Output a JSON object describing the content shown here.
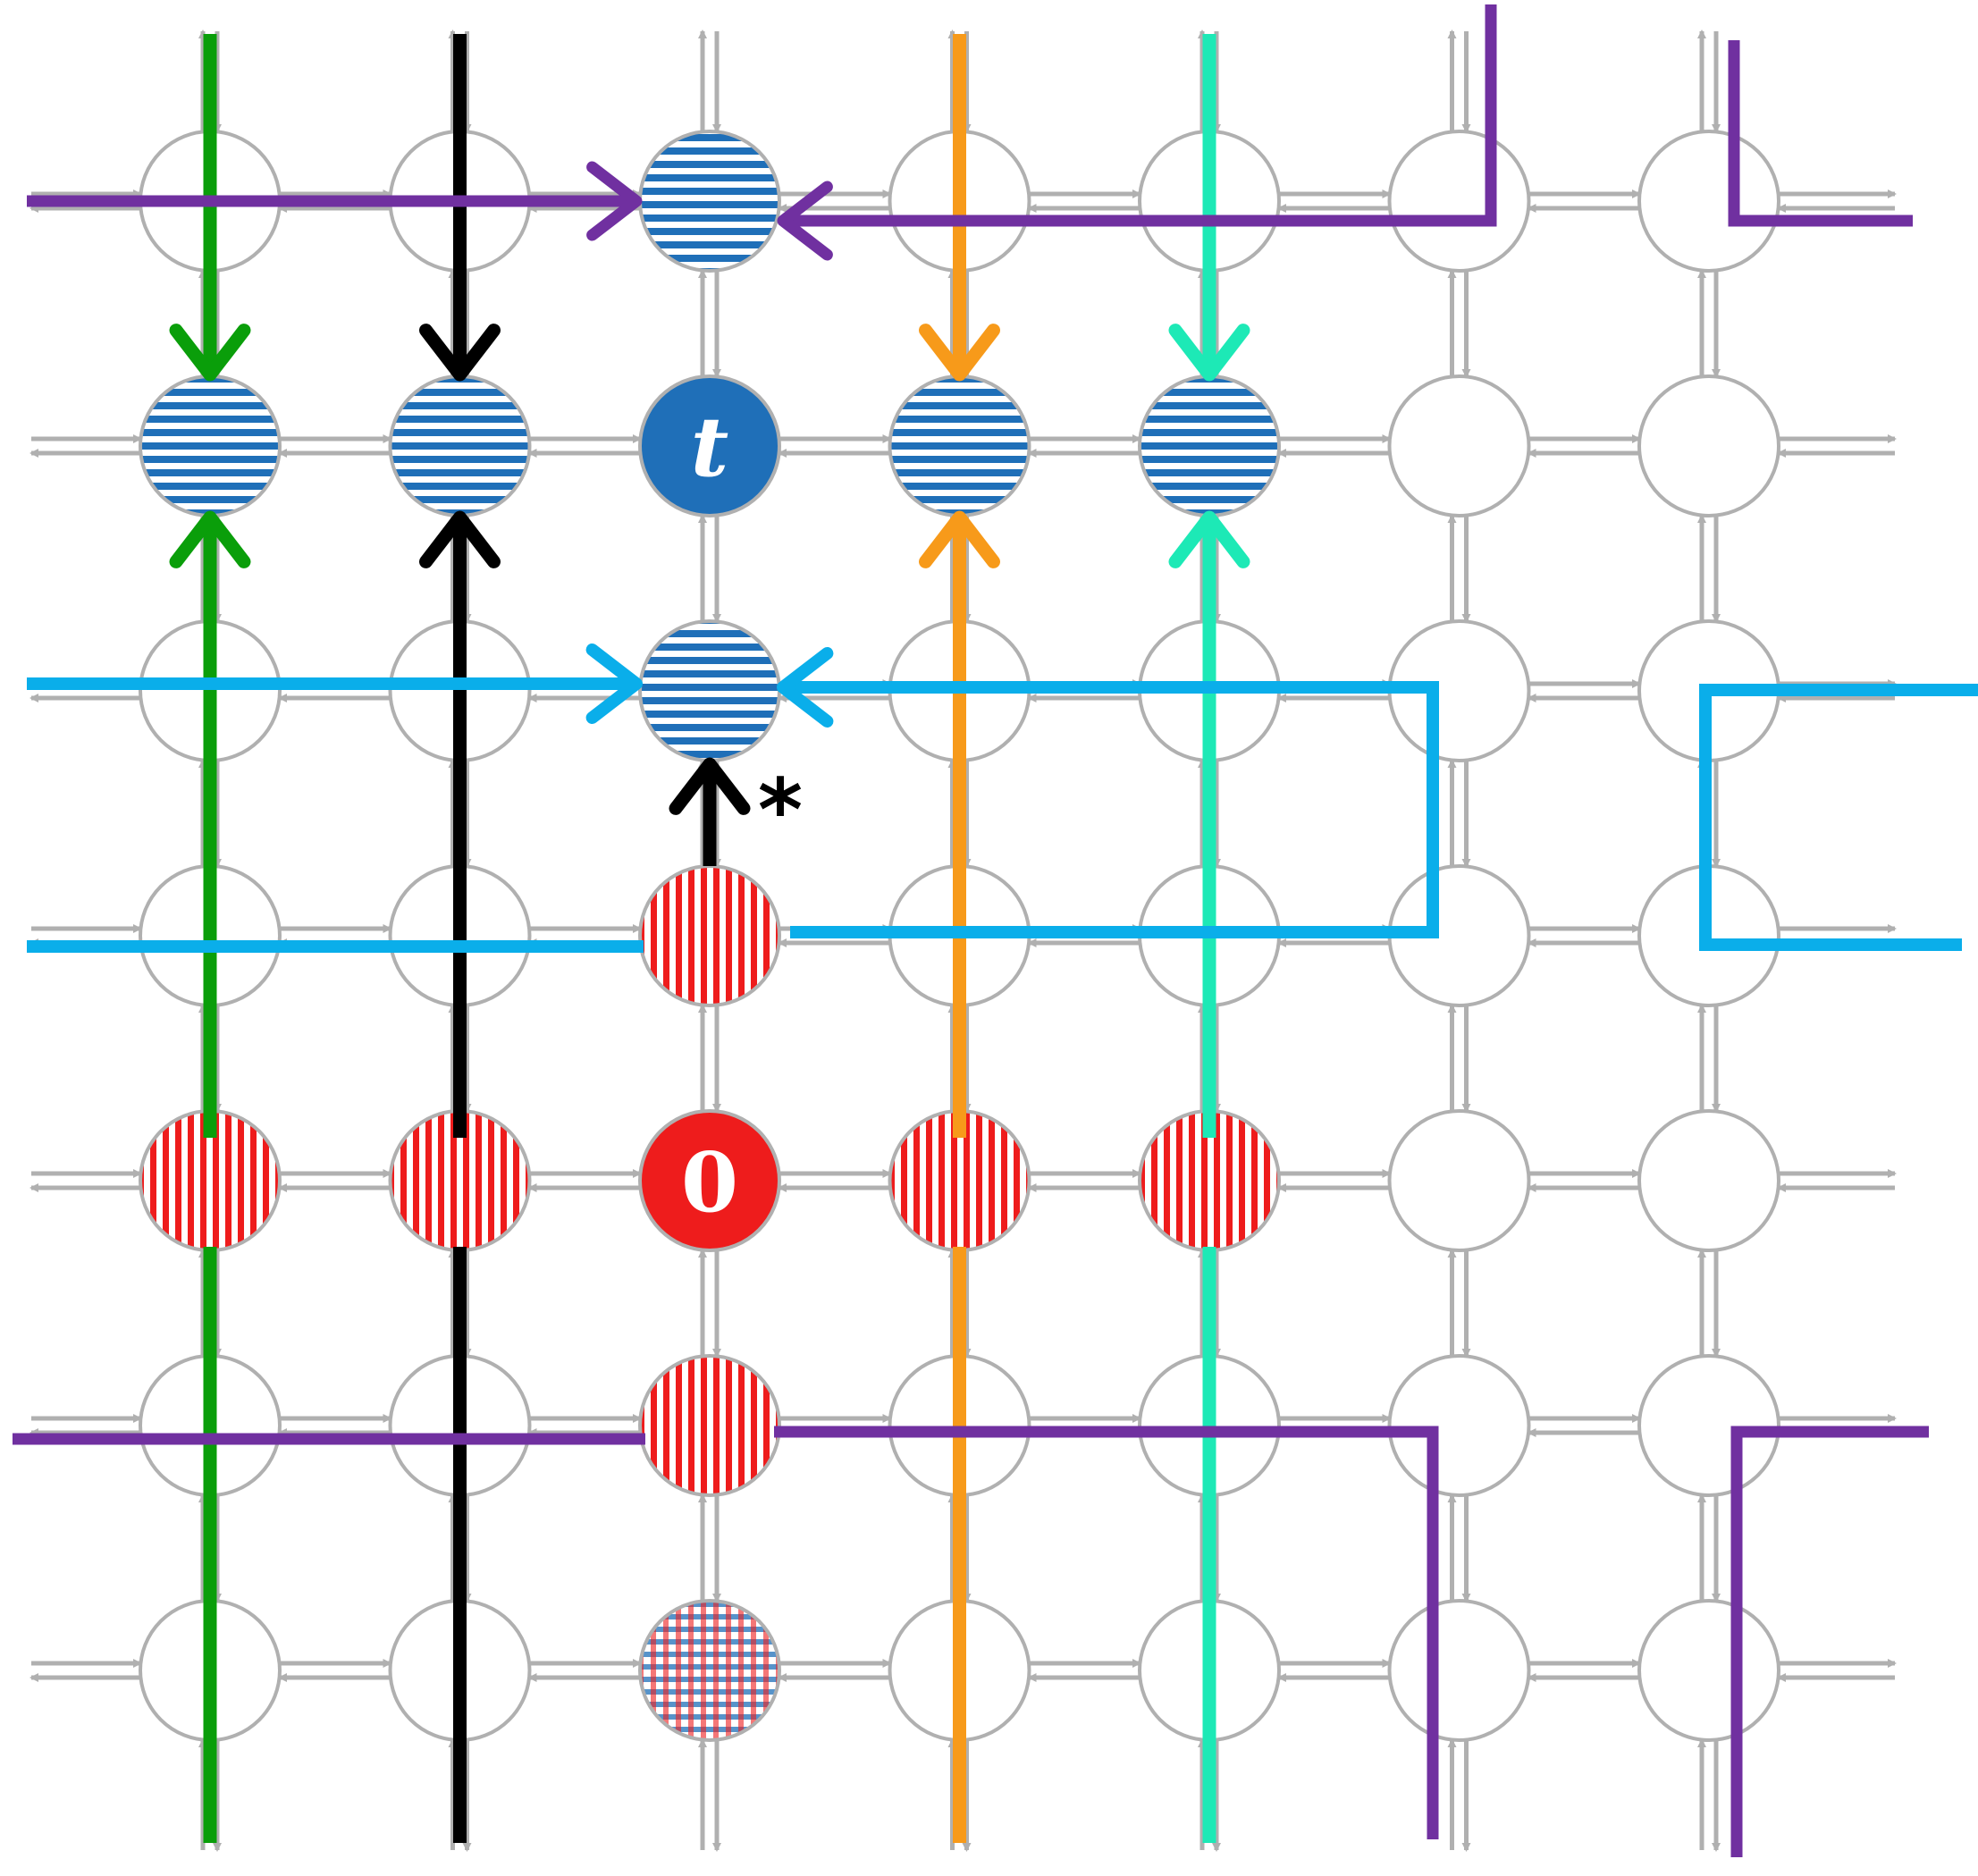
{
  "grid": {
    "rows": 7,
    "cols": 7
  },
  "labels": {
    "target": "t",
    "source": "0",
    "asterisk": "*"
  },
  "colors": {
    "lattice_gray": "#b0b0b0",
    "blue_node": "#1f6fb8",
    "red_node": "#ee1c1c",
    "green": "#0a9e0a",
    "black": "#000000",
    "orange": "#f79a1a",
    "teal": "#1de9b6",
    "purple": "#7030a0",
    "light_blue": "#0aaeea"
  },
  "nodes": [
    {
      "row": 0,
      "col": 2,
      "fill": "blue-stripes"
    },
    {
      "row": 1,
      "col": 0,
      "fill": "blue-stripes"
    },
    {
      "row": 1,
      "col": 1,
      "fill": "blue-stripes"
    },
    {
      "row": 1,
      "col": 2,
      "fill": "blue-solid",
      "label": "t"
    },
    {
      "row": 1,
      "col": 3,
      "fill": "blue-stripes"
    },
    {
      "row": 1,
      "col": 4,
      "fill": "blue-stripes"
    },
    {
      "row": 2,
      "col": 2,
      "fill": "blue-stripes"
    },
    {
      "row": 3,
      "col": 2,
      "fill": "red-stripes"
    },
    {
      "row": 4,
      "col": 0,
      "fill": "red-stripes"
    },
    {
      "row": 4,
      "col": 1,
      "fill": "red-stripes"
    },
    {
      "row": 4,
      "col": 2,
      "fill": "red-solid",
      "label": "0"
    },
    {
      "row": 4,
      "col": 3,
      "fill": "red-stripes"
    },
    {
      "row": 4,
      "col": 4,
      "fill": "red-stripes"
    },
    {
      "row": 5,
      "col": 2,
      "fill": "red-stripes"
    },
    {
      "row": 6,
      "col": 2,
      "fill": "checker"
    }
  ],
  "paths": [
    {
      "name": "green-path",
      "color": "green"
    },
    {
      "name": "black-path",
      "color": "black"
    },
    {
      "name": "orange-path",
      "color": "orange"
    },
    {
      "name": "teal-path",
      "color": "teal"
    },
    {
      "name": "purple-top-path",
      "color": "purple"
    },
    {
      "name": "purple-bottom-path",
      "color": "purple"
    },
    {
      "name": "lightblue-path",
      "color": "light_blue"
    }
  ]
}
